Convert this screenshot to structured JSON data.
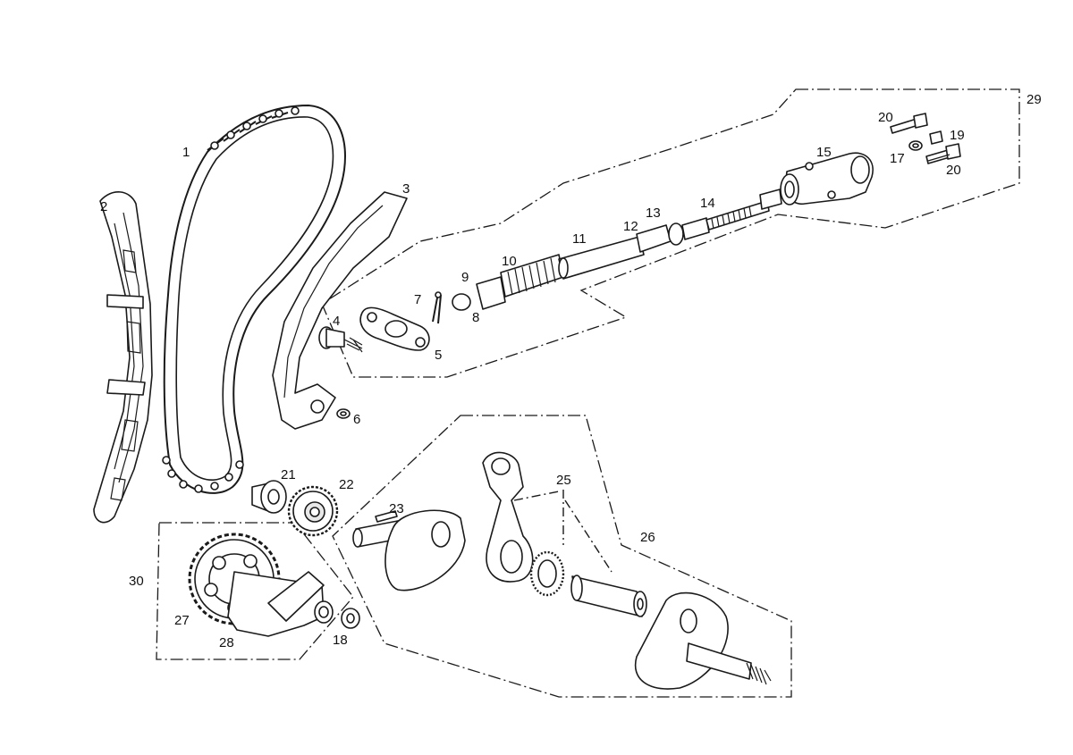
{
  "callouts": {
    "c1": "1",
    "c2": "2",
    "c3": "3",
    "c4": "4",
    "c5": "5",
    "c6": "6",
    "c7": "7",
    "c8": "8",
    "c9": "9",
    "c10": "10",
    "c11": "11",
    "c12": "12",
    "c13": "13",
    "c14": "14",
    "c15": "15",
    "c17": "17",
    "c18": "18",
    "c19": "19",
    "c20a": "20",
    "c20b": "20",
    "c21": "21",
    "c22": "22",
    "c23": "23",
    "c25": "25",
    "c26": "26",
    "c27": "27",
    "c28": "28",
    "c29": "29",
    "c30": "30"
  }
}
